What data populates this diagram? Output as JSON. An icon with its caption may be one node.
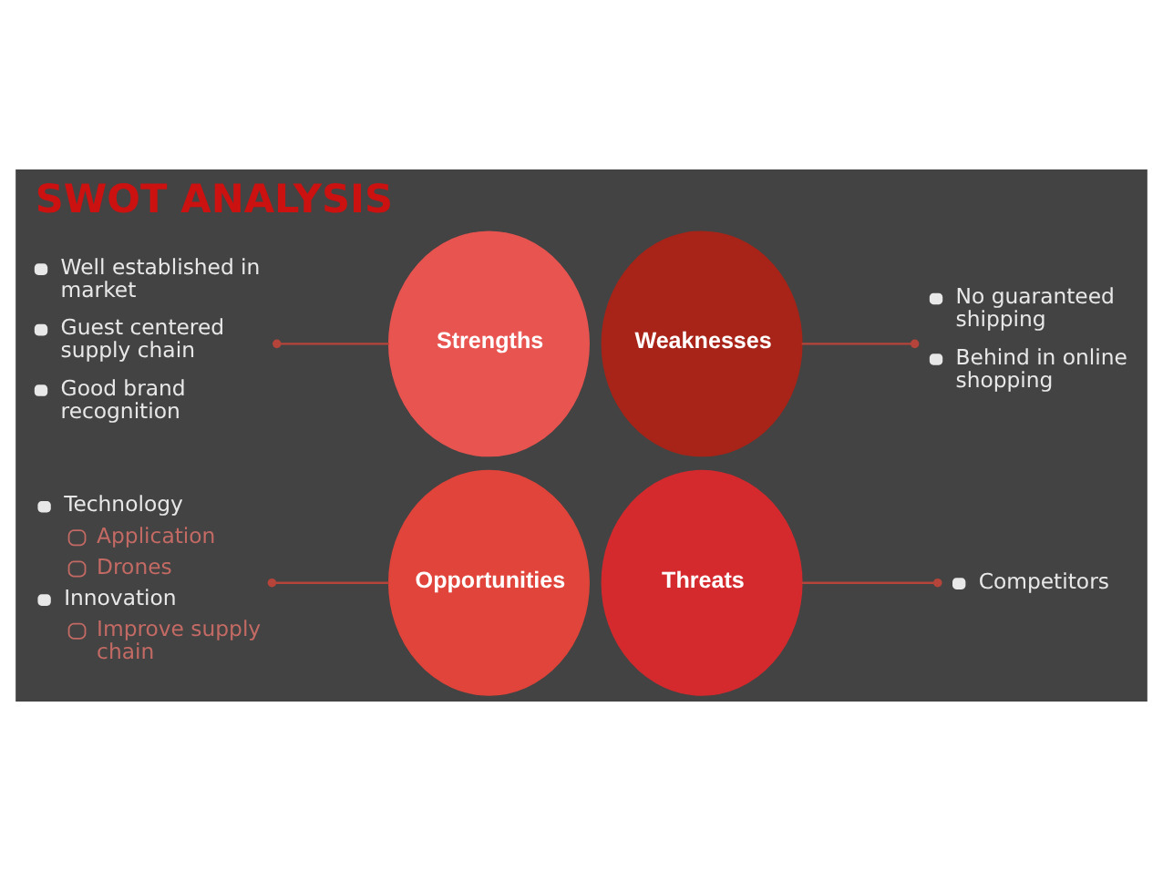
{
  "diagram": {
    "title": "SWOT ANALYSIS",
    "nodes": [
      {
        "text": [
          "Well established in market",
          "Guest centered supply chain",
          "Good brand recognition"
        ]
      },
      {
        "text": [
          "Strengths"
        ]
      },
      {
        "text": [
          "Weaknesses"
        ]
      },
      {
        "text": [
          "No guaranteed shipping",
          "Behind in online shopping"
        ]
      },
      {
        "text": [
          "Technology",
          "Application",
          "Drones",
          "Innovation",
          "Improve supply chain"
        ]
      },
      {
        "text": [
          "Opportunities"
        ]
      },
      {
        "text": [
          "Threats"
        ]
      },
      {
        "text": [
          "Competitors"
        ]
      }
    ],
    "edges": [
      {
        "from": 1,
        "to": 0,
        "arrow": "other"
      },
      {
        "from": 2,
        "to": 3,
        "arrow": "other"
      },
      {
        "from": 5,
        "to": 4,
        "arrow": "other"
      },
      {
        "from": 6,
        "to": 7,
        "arrow": "other"
      }
    ]
  }
}
